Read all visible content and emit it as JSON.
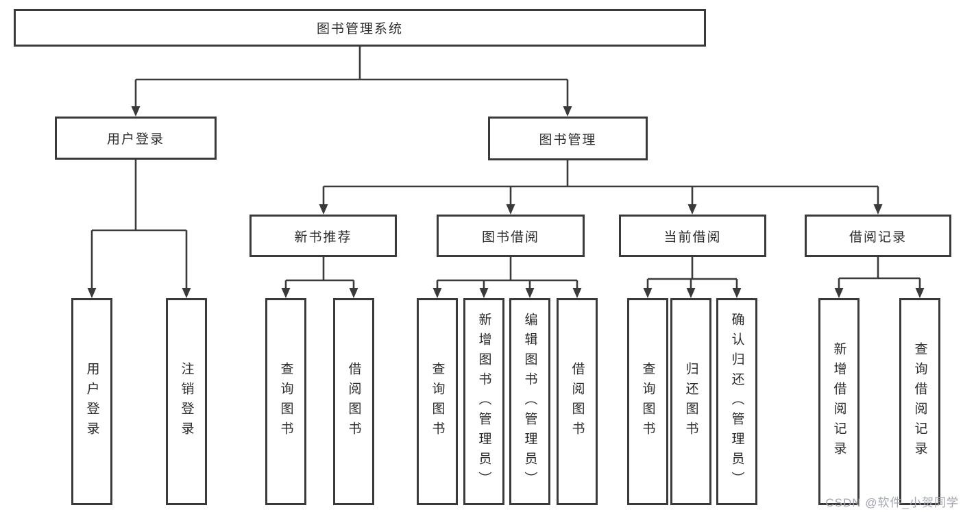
{
  "tree": {
    "label": "图书管理系统",
    "children": [
      {
        "label": "用户登录",
        "children": [
          {
            "label": "用户登录"
          },
          {
            "label": "注销登录"
          }
        ]
      },
      {
        "label": "图书管理",
        "children": [
          {
            "label": "新书推荐",
            "children": [
              {
                "label": "查询图书"
              },
              {
                "label": "借阅图书"
              }
            ]
          },
          {
            "label": "图书借阅",
            "children": [
              {
                "label": "查询图书"
              },
              {
                "label": "新增图书（管理员）"
              },
              {
                "label": "编辑图书（管理员）"
              },
              {
                "label": "借阅图书"
              }
            ]
          },
          {
            "label": "当前借阅",
            "children": [
              {
                "label": "查询图书"
              },
              {
                "label": "归还图书"
              },
              {
                "label": "确认归还（管理员）"
              }
            ]
          },
          {
            "label": "借阅记录",
            "children": [
              {
                "label": "新增借阅记录"
              },
              {
                "label": "查询借阅记录"
              }
            ]
          }
        ]
      }
    ]
  },
  "watermark": "CSDN @软件_小贺同学",
  "colors": {
    "line": "#3a3a3a",
    "text": "#2c2c2c",
    "watermark": "#a2a6b0",
    "background": "#ffffff"
  }
}
